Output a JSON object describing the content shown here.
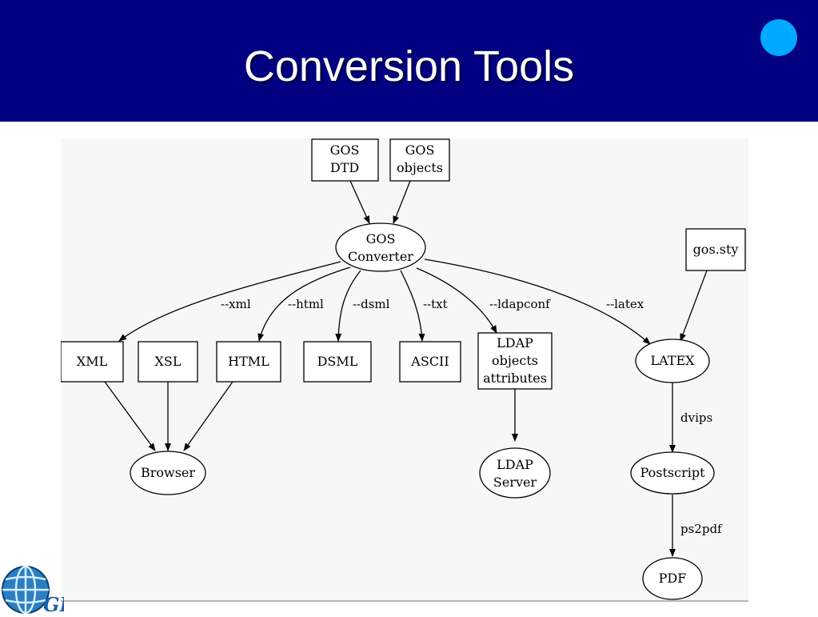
{
  "title": "Conversion Tools",
  "colors": {
    "title_bg": "#000080",
    "accent_dot": "#00a8ff",
    "diagram_bg": "#f5f8f5"
  },
  "diagram": {
    "nodes": {
      "gos_dtd": [
        "GOS",
        "DTD"
      ],
      "gos_objects": [
        "GOS",
        "objects"
      ],
      "gos_converter": [
        "GOS",
        "Converter"
      ],
      "gos_sty": [
        "gos.sty"
      ],
      "xml": [
        "XML"
      ],
      "xsl": [
        "XSL"
      ],
      "html": [
        "HTML"
      ],
      "dsml": [
        "DSML"
      ],
      "ascii": [
        "ASCII"
      ],
      "ldap_objects": [
        "LDAP",
        "objects",
        "attributes"
      ],
      "latex": [
        "LATEX"
      ],
      "browser": [
        "Browser"
      ],
      "ldap_server": [
        "LDAP",
        "Server"
      ],
      "postscript": [
        "Postscript"
      ],
      "pdf": [
        "PDF"
      ]
    },
    "edge_labels": {
      "xml": "--xml",
      "html": "--html",
      "dsml": "--dsml",
      "txt": "--txt",
      "ldapconf": "--ldapconf",
      "latex": "--latex",
      "dvips": "dvips",
      "ps2pdf": "ps2pdf"
    }
  },
  "logo": {
    "text": "GI"
  }
}
